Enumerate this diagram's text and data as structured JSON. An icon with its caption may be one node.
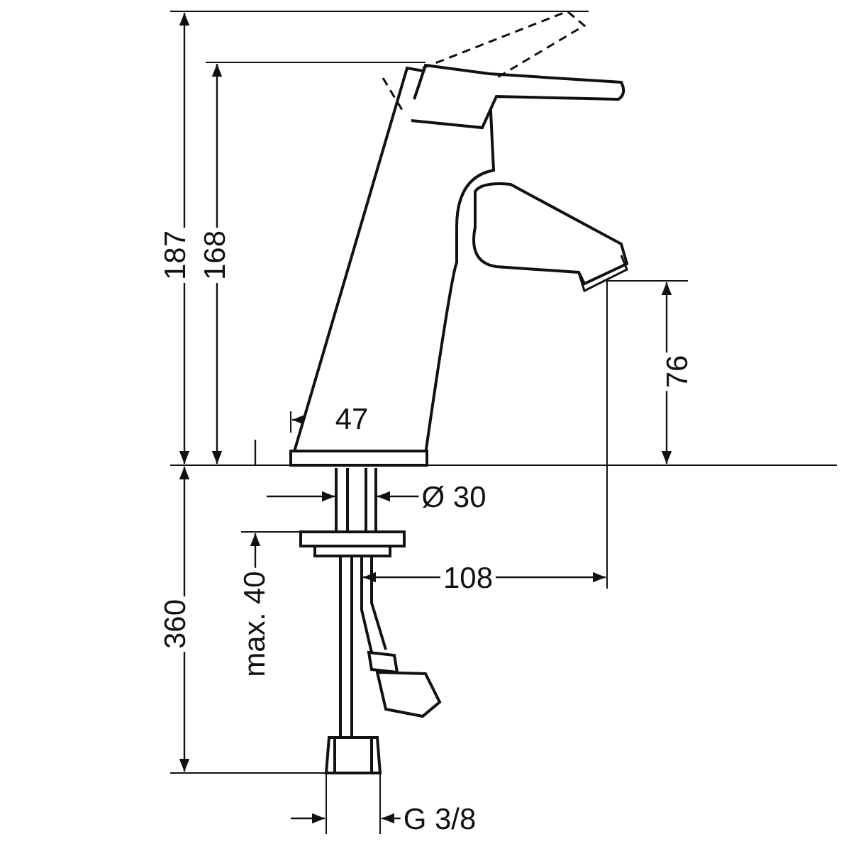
{
  "diagram": {
    "labels": [
      "187",
      "168",
      "76",
      "47",
      "Ø 30",
      "108",
      "360",
      "max. 40",
      "G 3/8"
    ]
  }
}
